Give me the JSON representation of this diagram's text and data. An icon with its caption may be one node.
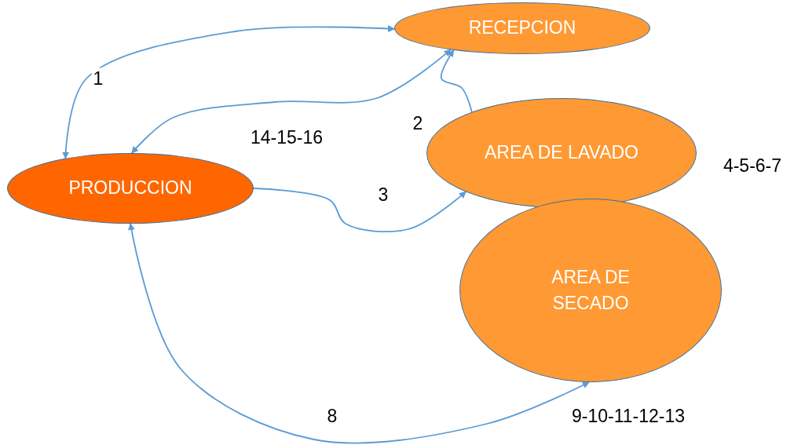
{
  "diagram": {
    "nodes": [
      {
        "text": [
          "RECEPCION"
        ]
      },
      {
        "text": [
          "AREA DE LAVADO"
        ],
        "beside": [
          "4-5-6-7"
        ]
      },
      {
        "text": [
          "PRODUCCION"
        ]
      },
      {
        "text": [
          "AREA DE SECADO"
        ],
        "beside": [
          "9-10-11-12-13"
        ]
      }
    ],
    "edges": [
      {
        "from": 2,
        "to": 0,
        "arrow": "both",
        "label": "1"
      },
      {
        "from": 0,
        "to": 2,
        "arrow": "both",
        "label": "14-15-16"
      },
      {
        "from": 1,
        "to": 0,
        "arrow": "to",
        "label": "2"
      },
      {
        "from": 2,
        "to": 1,
        "arrow": "to",
        "label": "3"
      },
      {
        "from": 2,
        "to": 3,
        "arrow": "both",
        "label": "8"
      }
    ]
  }
}
